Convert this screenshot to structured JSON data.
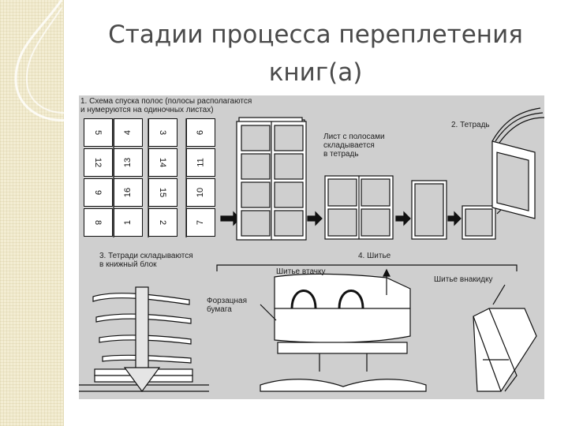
{
  "slide": {
    "title_line1": "Стадии процесса переплетения",
    "title_line2": "книг(а)"
  },
  "figure": {
    "step1_label_line1": "1. Схема спуска полос (полосы располагаются",
    "step1_label_line2": "и нумеруются на одиночных листах)",
    "step2_label": "2. Тетрадь",
    "sheet_label_line1": "Лист с полосами",
    "sheet_label_line2": "складывается",
    "sheet_label_line3": "в тетрадь",
    "step3_label_line1": "3. Тетради складываются",
    "step3_label_line2": "в книжный блок",
    "step4_label": "4. Шитье",
    "sewing_through_label": "Шитье втачку",
    "sewing_overlap_label": "Шитье внакидку",
    "endpaper_label_line1": "Форзацная",
    "endpaper_label_line2": "бумага",
    "page_numbers": [
      [
        "5",
        "4",
        "3",
        "6"
      ],
      [
        "12",
        "13",
        "14",
        "11"
      ],
      [
        "9",
        "16",
        "15",
        "10"
      ],
      [
        "8",
        "1",
        "2",
        "7"
      ]
    ]
  },
  "colors": {
    "background_panel": "#cfcfcf",
    "title_text": "#4a4a4a",
    "strip": "#f3edd3"
  }
}
